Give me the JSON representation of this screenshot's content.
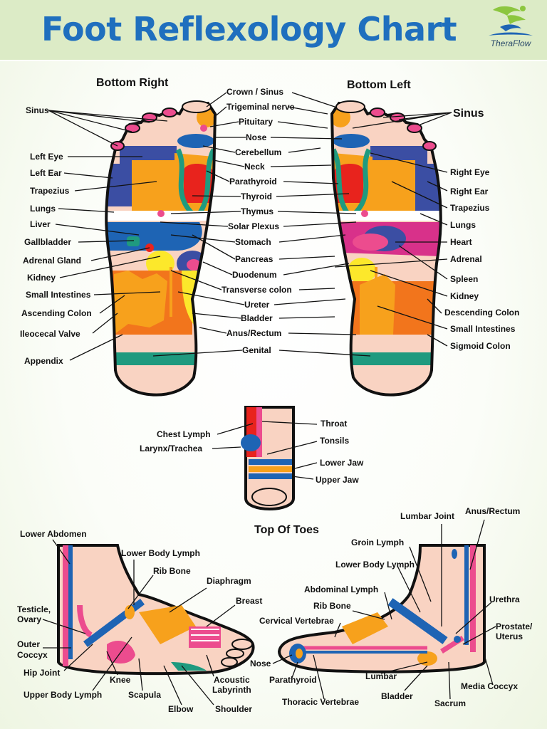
{
  "title": "Foot Reflexology Chart",
  "brand": "TheraFlow",
  "logo_icon": "swimmer-icon",
  "colors": {
    "title": "#1f6fbe",
    "header_bg": "#dcebc6",
    "skin": "#f9d3c2",
    "blue": "#1e64b4",
    "navy": "#3b4ea3",
    "orange": "#f7a11c",
    "red": "#e8231d",
    "green": "#1f9a7f",
    "pink": "#ec4c8e",
    "yellow": "#fce82b",
    "deep_orange": "#f2751c",
    "magenta": "#d8318a"
  },
  "sections": {
    "bottom_right": "Bottom Right",
    "bottom_left": "Bottom Left",
    "top_of_toes": "Top Of Toes"
  },
  "labels": {
    "crown_sinus": "Crown / Sinus",
    "trigeminal": "Trigeminal nerve",
    "pituitary": "Pituitary",
    "nose": "Nose",
    "cerebellum": "Cerebellum",
    "neck": "Neck",
    "parathyroid": "Parathyroid",
    "thyroid": "Thyroid",
    "thymus": "Thymus",
    "solar_plexus": "Solar Plexus",
    "stomach": "Stomach",
    "pancreas": "Pancreas",
    "duodenum": "Duodenum",
    "transverse_colon": "Transverse colon",
    "ureter": "Ureter",
    "bladder": "Bladder",
    "anus_rectum": "Anus/Rectum",
    "genital": "Genital",
    "sinus_r": "Sinus",
    "left_eye": "Left Eye",
    "left_ear": "Left Ear",
    "trapezius_r": "Trapezius",
    "lungs_r": "Lungs",
    "liver": "Liver",
    "gallbladder": "Gallbladder",
    "adrenal_gland": "Adrenal Gland",
    "kidney_r": "Kidney",
    "small_intestines_r": "Small Intestines",
    "ascending_colon": "Ascending Colon",
    "ileocecal": "Ileocecal Valve",
    "appendix": "Appendix",
    "sinus_l": "Sinus",
    "right_eye": "Right Eye",
    "right_ear": "Right Ear",
    "trapezius_l": "Trapezius",
    "lungs_l": "Lungs",
    "heart": "Heart",
    "adrenal": "Adrenal",
    "spleen": "Spleen",
    "kidney_l": "Kidney",
    "descending_colon": "Descending Colon",
    "small_intestines_l": "Small Intestines",
    "sigmoid_colon": "Sigmoid Colon",
    "throat": "Throat",
    "tonsils": "Tonsils",
    "lower_jaw": "Lower Jaw",
    "upper_jaw": "Upper Jaw",
    "chest_lymph": "Chest Lymph",
    "larynx": "Larynx/Trachea",
    "lower_abdomen": "Lower Abdomen",
    "lower_body_lymph": "Lower Body Lymph",
    "rib_bone_a": "Rib Bone",
    "diaphragm": "Diaphragm",
    "breast": "Breast",
    "testicle1": "Testicle,",
    "testicle2": "Ovary",
    "outer_coccyx1": "Outer",
    "outer_coccyx2": "Coccyx",
    "hip_joint": "Hip Joint",
    "knee": "Knee",
    "upper_body_lymph": "Upper Body Lymph",
    "scapula": "Scapula",
    "elbow": "Elbow",
    "shoulder": "Shoulder",
    "acoustic1": "Acoustic",
    "acoustic2": "Labyrinth",
    "lumbar_joint": "Lumbar Joint",
    "anus_rectum_b": "Anus/Rectum",
    "groin_lymph": "Groin Lymph",
    "lower_body_lymph_b": "Lower Body Lymph",
    "abdominal_lymph": "Abdominal Lymph",
    "rib_bone_b": "Rib Bone",
    "cervical": "Cervical Vertebrae",
    "urethra": "Urethra",
    "prostate1": "Prostate/",
    "prostate2": "Uterus",
    "nose_b": "Nose",
    "parathyroid_b": "Parathyroid",
    "lumbar": "Lumbar",
    "bladder_b": "Bladder",
    "media_coccyx": "Media Coccyx",
    "sacrum": "Sacrum",
    "thoracic": "Thoracic Vertebrae"
  }
}
